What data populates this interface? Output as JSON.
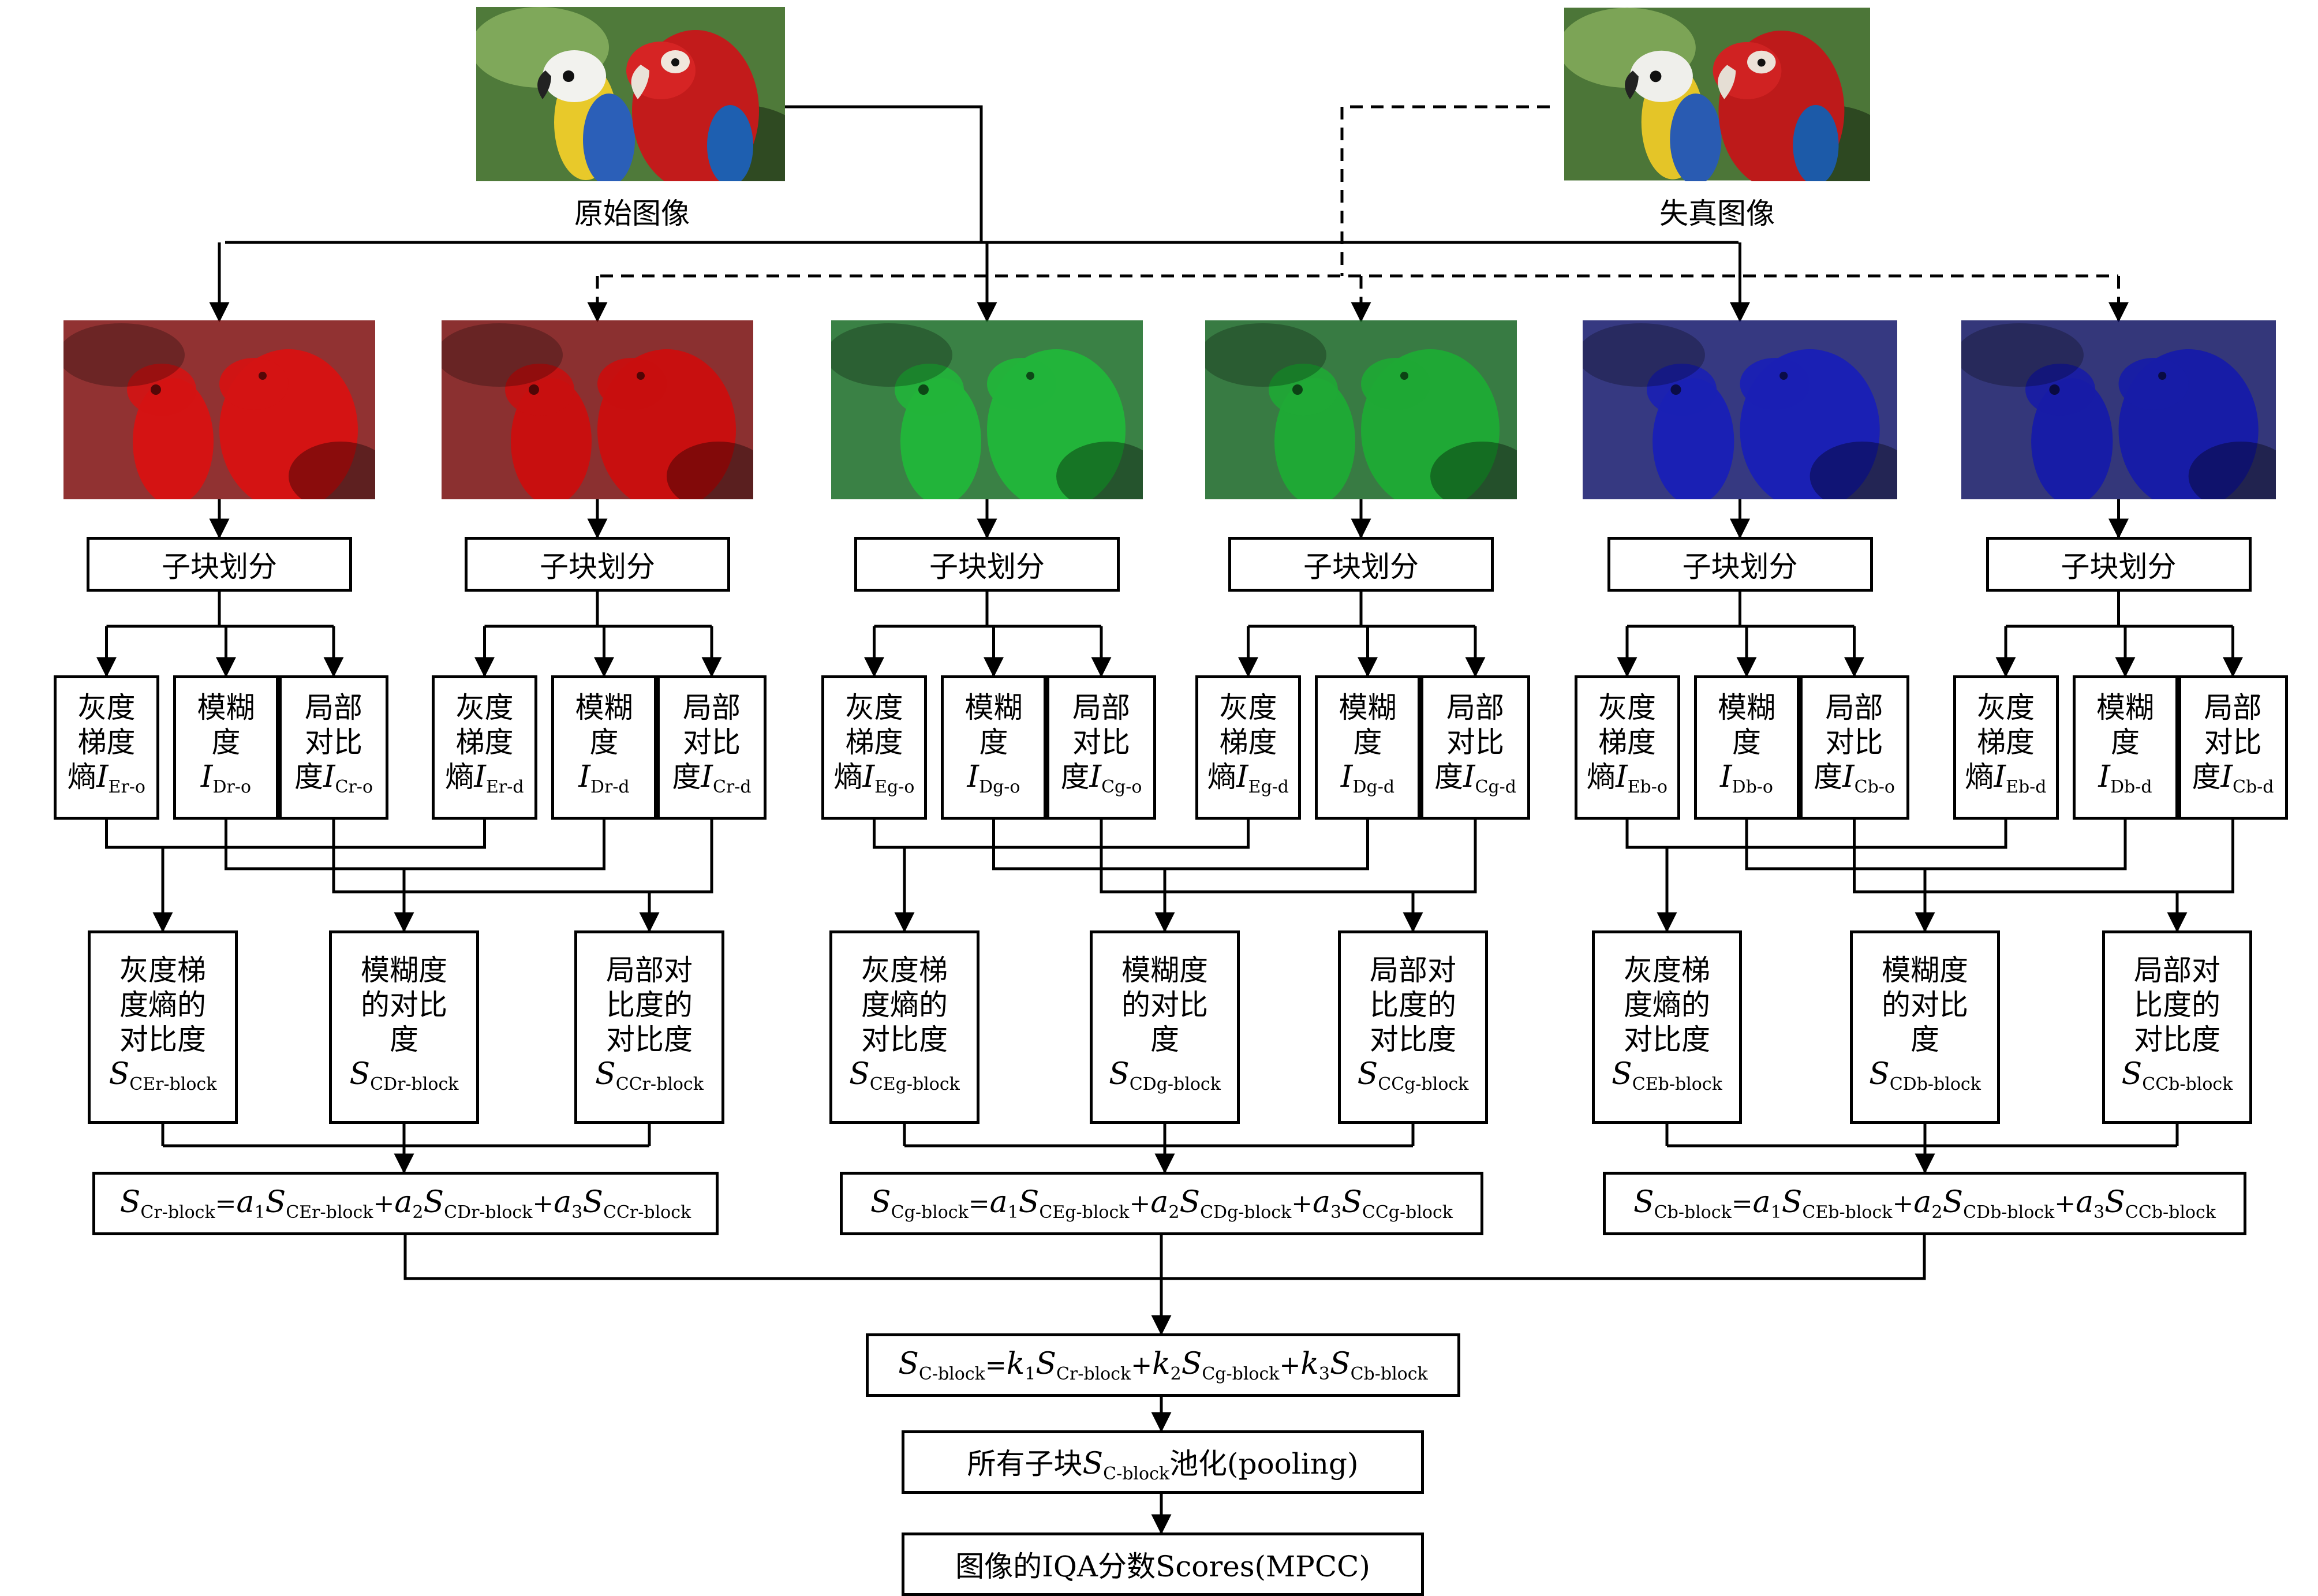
{
  "original": {
    "caption": "原始图像"
  },
  "distorted": {
    "caption": "失真图像"
  },
  "channels": [
    {
      "id": "r-o",
      "color": "#d41313",
      "split": "子块划分",
      "features": [
        {
          "line1": "灰度",
          "line2": "梯度",
          "pre": "熵",
          "sym": "I",
          "sub": "Er-o"
        },
        {
          "line1": "模糊",
          "line2": "度",
          "pre": "",
          "sym": "I",
          "sub": "Dr-o"
        },
        {
          "line1": "局部",
          "line2": "对比",
          "pre": "度",
          "sym": "I",
          "sub": "Cr-o"
        }
      ]
    },
    {
      "id": "r-d",
      "color": "#c80f0f",
      "split": "子块划分",
      "features": [
        {
          "line1": "灰度",
          "line2": "梯度",
          "pre": "熵",
          "sym": "I",
          "sub": "Er-d"
        },
        {
          "line1": "模糊",
          "line2": "度",
          "pre": "",
          "sym": "I",
          "sub": "Dr-d"
        },
        {
          "line1": "局部",
          "line2": "对比",
          "pre": "度",
          "sym": "I",
          "sub": "Cr-d"
        }
      ]
    },
    {
      "id": "g-o",
      "color": "#22b43a",
      "split": "子块划分",
      "features": [
        {
          "line1": "灰度",
          "line2": "梯度",
          "pre": "熵",
          "sym": "I",
          "sub": "Eg-o"
        },
        {
          "line1": "模糊",
          "line2": "度",
          "pre": "",
          "sym": "I",
          "sub": "Dg-o"
        },
        {
          "line1": "局部",
          "line2": "对比",
          "pre": "度",
          "sym": "I",
          "sub": "Cg-o"
        }
      ]
    },
    {
      "id": "g-d",
      "color": "#1fa835",
      "split": "子块划分",
      "features": [
        {
          "line1": "灰度",
          "line2": "梯度",
          "pre": "熵",
          "sym": "I",
          "sub": "Eg-d"
        },
        {
          "line1": "模糊",
          "line2": "度",
          "pre": "",
          "sym": "I",
          "sub": "Dg-d"
        },
        {
          "line1": "局部",
          "line2": "对比",
          "pre": "度",
          "sym": "I",
          "sub": "Cg-d"
        }
      ]
    },
    {
      "id": "b-o",
      "color": "#1a20b4",
      "split": "子块划分",
      "features": [
        {
          "line1": "灰度",
          "line2": "梯度",
          "pre": "熵",
          "sym": "I",
          "sub": "Eb-o"
        },
        {
          "line1": "模糊",
          "line2": "度",
          "pre": "",
          "sym": "I",
          "sub": "Db-o"
        },
        {
          "line1": "局部",
          "line2": "对比",
          "pre": "度",
          "sym": "I",
          "sub": "Cb-o"
        }
      ]
    },
    {
      "id": "b-d",
      "color": "#171ca6",
      "split": "子块划分",
      "features": [
        {
          "line1": "灰度",
          "line2": "梯度",
          "pre": "熵",
          "sym": "I",
          "sub": "Eb-d"
        },
        {
          "line1": "模糊",
          "line2": "度",
          "pre": "",
          "sym": "I",
          "sub": "Db-d"
        },
        {
          "line1": "局部",
          "line2": "对比",
          "pre": "度",
          "sym": "I",
          "sub": "Cb-d"
        }
      ]
    }
  ],
  "contrasts": [
    {
      "lines": [
        "灰度梯",
        "度熵的",
        "对比度"
      ],
      "sym": "S",
      "sub": "CEr-block"
    },
    {
      "lines": [
        "模糊度",
        "的对比",
        "度"
      ],
      "sym": "S",
      "sub": "CDr-block"
    },
    {
      "lines": [
        "局部对",
        "比度的",
        "对比度"
      ],
      "sym": "S",
      "sub": "CCr-block"
    },
    {
      "lines": [
        "灰度梯",
        "度熵的",
        "对比度"
      ],
      "sym": "S",
      "sub": "CEg-block"
    },
    {
      "lines": [
        "模糊度",
        "的对比",
        "度"
      ],
      "sym": "S",
      "sub": "CDg-block"
    },
    {
      "lines": [
        "局部对",
        "比度的",
        "对比度"
      ],
      "sym": "S",
      "sub": "CCg-block"
    },
    {
      "lines": [
        "灰度梯",
        "度熵的",
        "对比度"
      ],
      "sym": "S",
      "sub": "CEb-block"
    },
    {
      "lines": [
        "模糊度",
        "的对比",
        "度"
      ],
      "sym": "S",
      "sub": "CDb-block"
    },
    {
      "lines": [
        "局部对",
        "比度的",
        "对比度"
      ],
      "sym": "S",
      "sub": "CCb-block"
    }
  ],
  "channel_formulas": [
    {
      "lhs": "Cr-block",
      "c1": "CEr-block",
      "c2": "CDr-block",
      "c3": "CCr-block"
    },
    {
      "lhs": "Cg-block",
      "c1": "CEg-block",
      "c2": "CDg-block",
      "c3": "CCg-block"
    },
    {
      "lhs": "Cb-block",
      "c1": "CEb-block",
      "c2": "CDb-block",
      "c3": "CCb-block"
    }
  ],
  "formula_symbols": {
    "S": "S",
    "a": "a",
    "k": "k",
    "eq": "=",
    "plus": "+",
    "i1": "1",
    "i2": "2",
    "i3": "3"
  },
  "combined": {
    "lhs": "C-block",
    "c1": "Cr-block",
    "c2": "Cg-block",
    "c3": "Cb-block"
  },
  "pooling": {
    "pre": "所有子块",
    "sym": "S",
    "sub": "C-block",
    "post": "池化(pooling)"
  },
  "score": {
    "label": "图像的IQA分数Scores(MPCC)"
  },
  "colors": {
    "line": "#000000",
    "red": "#d41313",
    "green": "#22b43a",
    "blue": "#1a20b4"
  }
}
